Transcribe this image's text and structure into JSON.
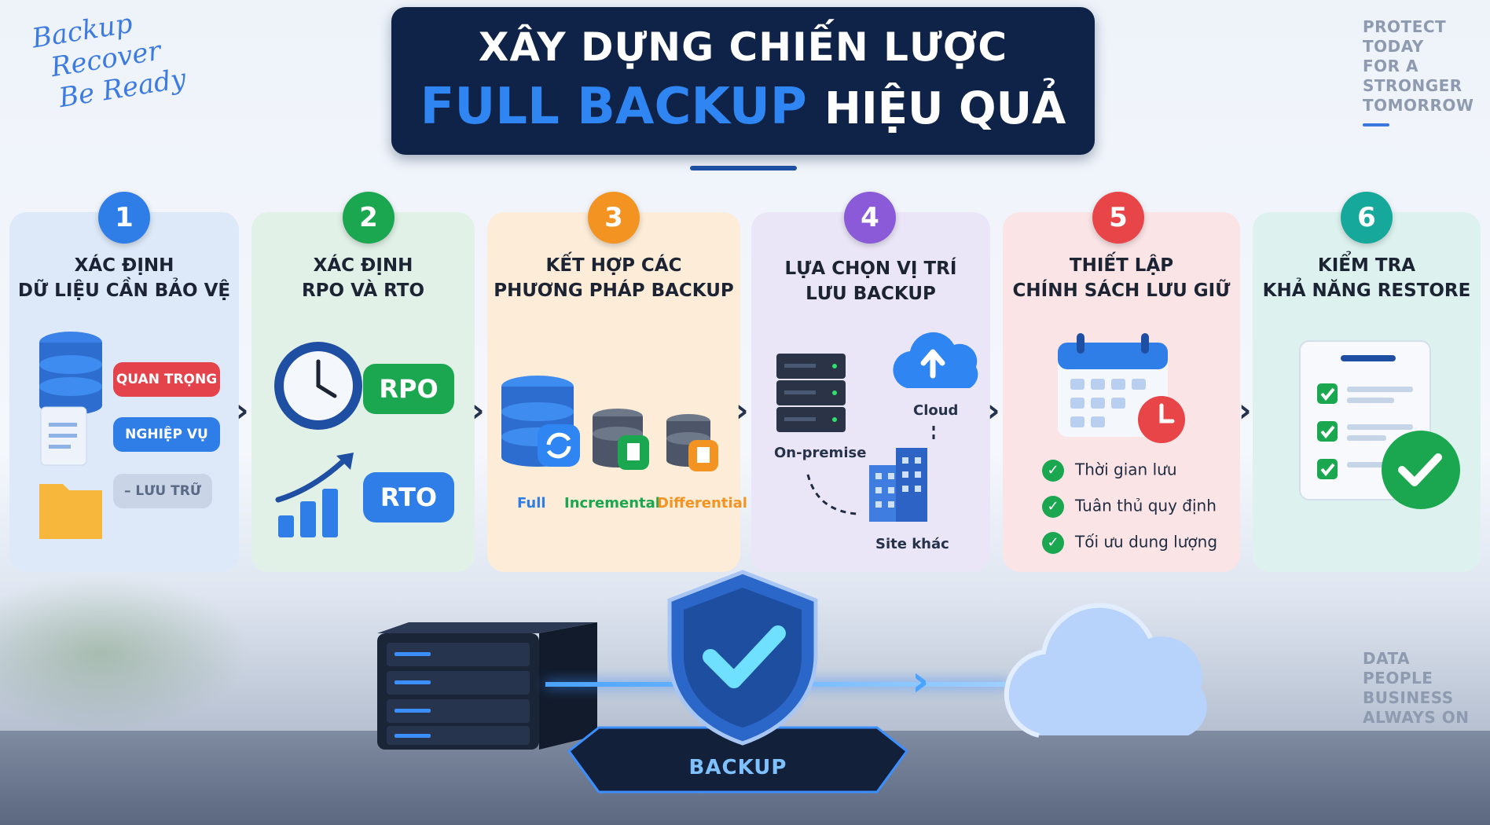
{
  "tagline": [
    "Backup",
    "Recover",
    "Be Ready"
  ],
  "top_right": [
    "PROTECT",
    "TODAY",
    "FOR A",
    "STRONGER",
    "TOMORROW"
  ],
  "bottom_right": [
    "DATA",
    "PEOPLE",
    "BUSINESS",
    "ALWAYS ON"
  ],
  "title": {
    "line1": "XÂY DỰNG CHIẾN LƯỢC",
    "highlight": "FULL BACKUP",
    "rest": "HIỆU QUẢ"
  },
  "colors": {
    "blue": "#2f86f2",
    "navy": "#0f2349",
    "green": "#1aa74f",
    "orange": "#f39321",
    "purple": "#8a5ad8",
    "red": "#e84549",
    "teal": "#16a89a"
  },
  "steps": [
    {
      "number": "1",
      "heading": [
        "XÁC ĐỊNH",
        "DỮ LIỆU CẦN BẢO VỆ"
      ],
      "tags": [
        "QUAN TRỌNG",
        "NGHIỆP VỤ",
        "– LƯU TRỮ"
      ]
    },
    {
      "number": "2",
      "heading": [
        "XÁC ĐỊNH",
        "RPO VÀ RTO"
      ],
      "tags": [
        "RPO",
        "RTO"
      ]
    },
    {
      "number": "3",
      "heading": [
        "KẾT HỢP CÁC",
        "PHƯƠNG PHÁP BACKUP"
      ],
      "tags": [
        "Full",
        "Incremental",
        "Differential"
      ]
    },
    {
      "number": "4",
      "heading": [
        "LỰA CHỌN VỊ TRÍ",
        "LƯU BACKUP"
      ],
      "tags": [
        "Cloud",
        "On-premise",
        "Site khác"
      ]
    },
    {
      "number": "5",
      "heading": [
        "THIẾT LẬP",
        "CHÍNH SÁCH LƯU GIỮ"
      ],
      "tags": [
        "Thời gian lưu",
        "Tuân thủ quy định",
        "Tối ưu dung lượng"
      ]
    },
    {
      "number": "6",
      "heading": [
        "KIỂM TRA",
        "KHẢ NĂNG RESTORE"
      ],
      "tags": []
    }
  ],
  "base_label": "BACKUP"
}
